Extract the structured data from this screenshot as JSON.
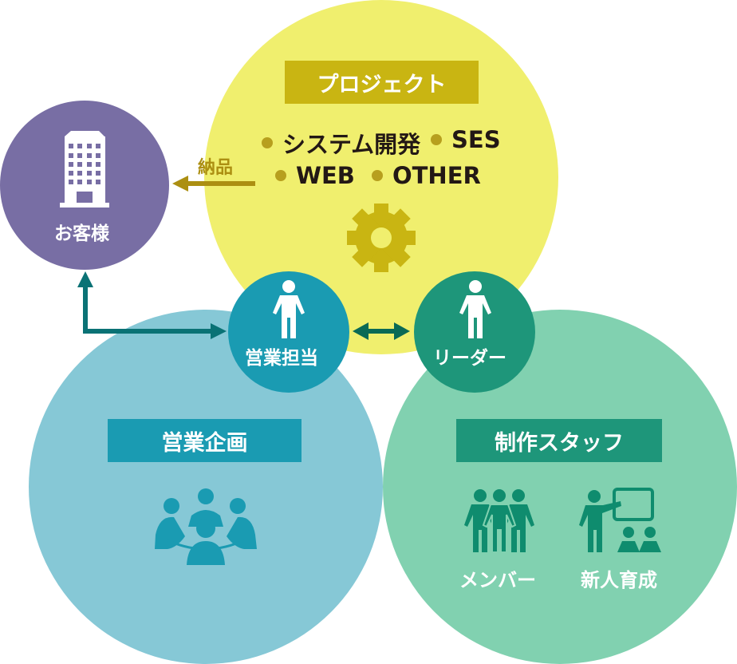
{
  "project": {
    "title": "プロジェクト",
    "items": [
      "システム開発",
      "SES",
      "WEB",
      "OTHER"
    ]
  },
  "customer": {
    "label": "お客様"
  },
  "delivery": {
    "label": "納品"
  },
  "sales_rep": {
    "label": "営業担当"
  },
  "leader": {
    "label": "リーダー"
  },
  "sales_planning": {
    "title": "営業企画"
  },
  "production_staff": {
    "title": "制作スタッフ",
    "members_label": "メンバー",
    "training_label": "新人育成"
  },
  "colors": {
    "project": "#f0ef6e",
    "project_label": "#c9b512",
    "customer": "#786ea4",
    "sales": "#86c8d6",
    "sales_rep": "#1a9bb2",
    "staff": "#81d1b0",
    "leader": "#1e967a"
  }
}
